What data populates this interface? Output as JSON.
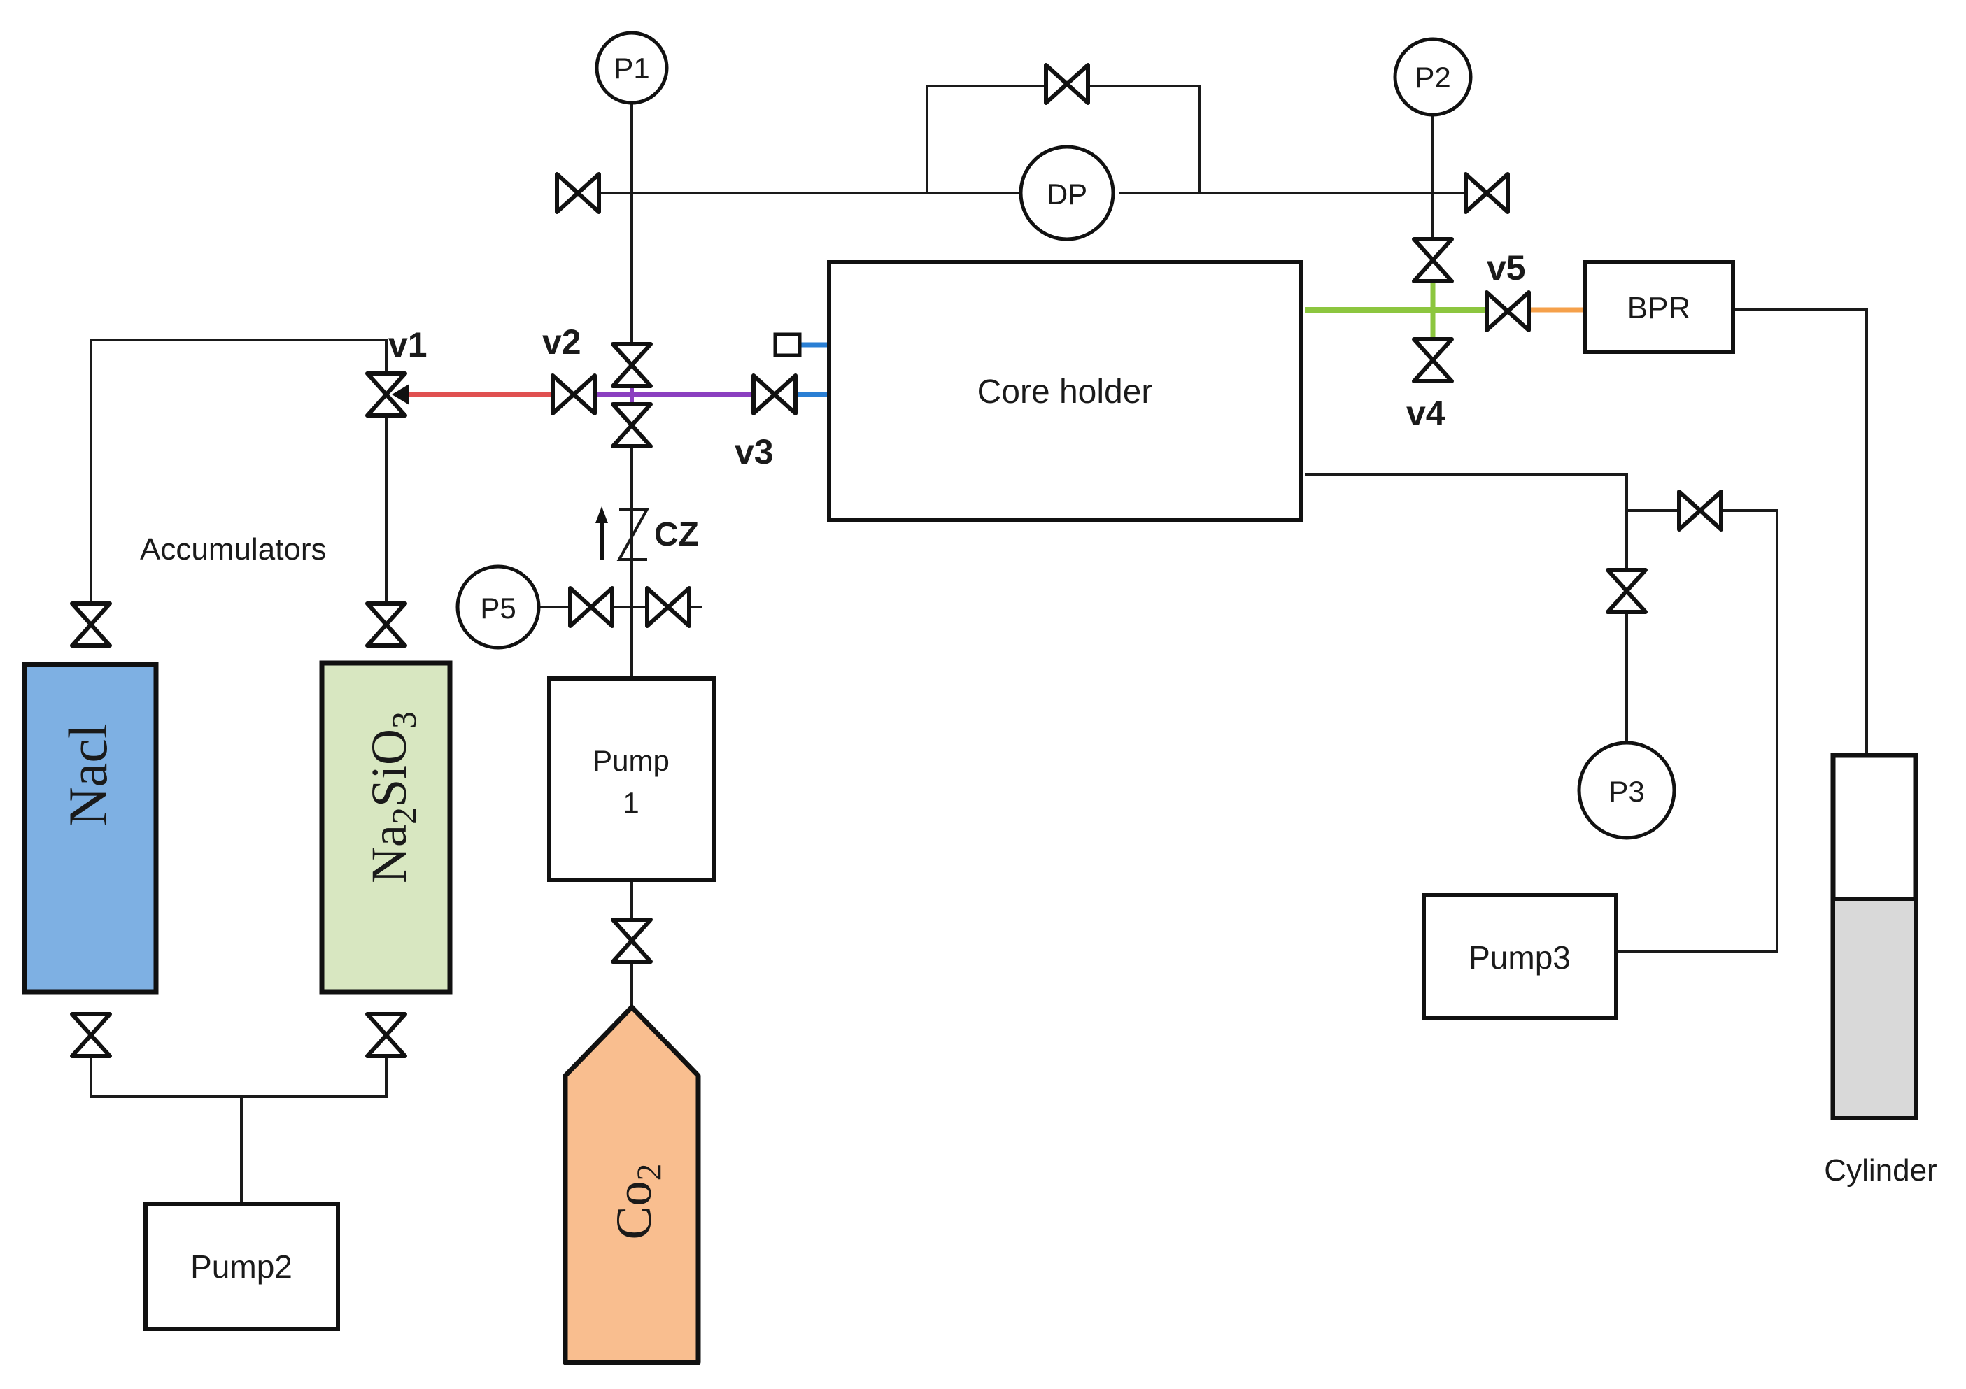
{
  "gauges": {
    "p1": "P1",
    "p2": "P2",
    "p3": "P3",
    "p5": "P5",
    "dp": "DP"
  },
  "valve_labels": {
    "v1": "v1",
    "v2": "v2",
    "v3": "v3",
    "v4": "v4",
    "v5": "v5"
  },
  "core_holder": "Core holder",
  "bpr": "BPR",
  "pump1": {
    "line1": "Pump",
    "line2": "1"
  },
  "pump2": "Pump2",
  "pump3": "Pump3",
  "accumulators": "Accumulators",
  "nacl": "Nacl",
  "silicate": {
    "a": "Na",
    "b": "2",
    "c": "SiO",
    "d": "3"
  },
  "co2": {
    "a": "Co",
    "b": "2"
  },
  "cz": "CZ",
  "cylinder": "Cylinder",
  "colors": {
    "nacl_fill": "#7eb0e3",
    "silicate_fill": "#d8e7c1",
    "co2_fill": "#f9be8f",
    "cylinder_fluid": "#d9d9d9",
    "line_red": "#e05050",
    "line_purple": "#8b3fc0",
    "line_green": "#8cc63f",
    "line_orange": "#f5a04a",
    "line_blue": "#2a7fd4"
  }
}
